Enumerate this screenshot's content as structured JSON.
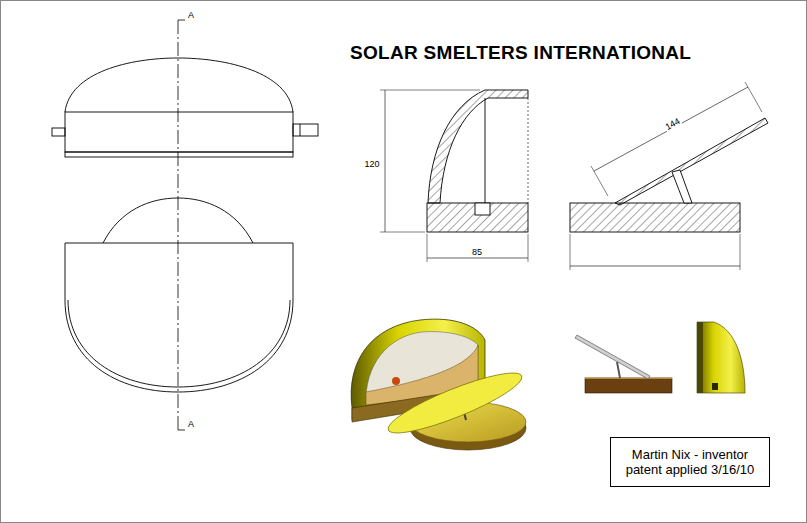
{
  "diagram": {
    "title": "SOLAR SMELTERS INTERNATIONAL",
    "nodes": [
      {
        "text": [
          "Martin Nix - inventor patent applied 3/16/10"
        ]
      }
    ],
    "labels": [
      "A",
      "A",
      "120",
      "85",
      "144"
    ]
  }
}
